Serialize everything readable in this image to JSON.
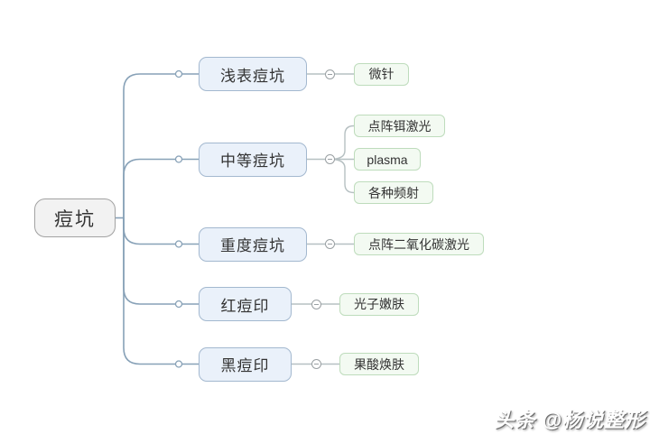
{
  "root": {
    "label": "痘坑"
  },
  "branches": [
    {
      "label": "浅表痘坑",
      "children": [
        {
          "label": "微针"
        }
      ]
    },
    {
      "label": "中等痘坑",
      "children": [
        {
          "label": "点阵铒激光"
        },
        {
          "label": "plasma"
        },
        {
          "label": "各种频射"
        }
      ]
    },
    {
      "label": "重度痘坑",
      "children": [
        {
          "label": "点阵二氧化碳激光"
        }
      ]
    },
    {
      "label": "红痘印",
      "children": [
        {
          "label": "光子嫩肤"
        }
      ]
    },
    {
      "label": "黑痘印",
      "children": [
        {
          "label": "果酸焕肤"
        }
      ]
    }
  ],
  "watermark": {
    "text": "头条 @杨说整形"
  },
  "colors": {
    "branch_line": "#87a1b7",
    "leaf_line": "#b6c0c2",
    "root_fill": "#f2f2f2",
    "root_border": "#a2a2a2",
    "branch_fill": "#eaf1fa",
    "branch_border": "#a3b8cf",
    "leaf_fill": "#f3faf2",
    "leaf_border": "#bedcbc",
    "text": "#333333",
    "collapse_border": "#9aa0a3"
  }
}
